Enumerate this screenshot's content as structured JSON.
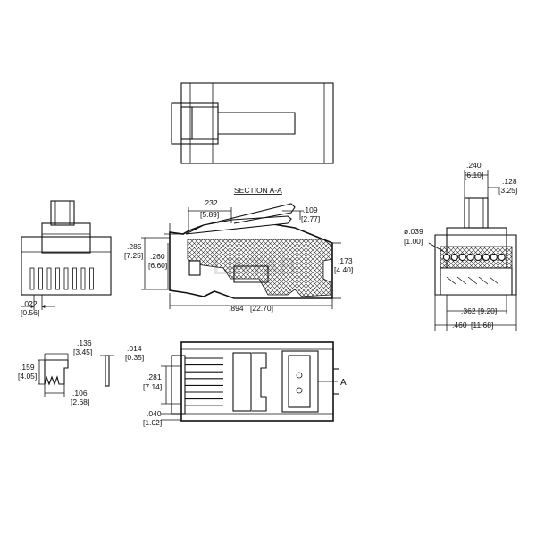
{
  "section_title": "SECTION A-A",
  "cut_marker": "A",
  "watermark": "LINTAB",
  "dims": {
    "w240": ".240",
    "w240mm": "[6.10]",
    "w128": ".128",
    "w128mm": "[3.25]",
    "d039": "ø.039",
    "d039mm": "[1.00]",
    "w362": ".362",
    "w362mm": "[9.20]",
    "w460": ".460",
    "w460mm": "[11.68]",
    "s232": ".232",
    "s232mm": "[5.89]",
    "s109": ".109",
    "s109mm": "[2.77]",
    "h285": ".285",
    "h285mm": "[7.25]",
    "h260": ".260",
    "h260mm": "[6.60]",
    "h173": ".173",
    "h173mm": "[4.40]",
    "l894": ".894",
    "l894mm": "[22.70]",
    "p022": ".022",
    "p022mm": "[0.56]",
    "c136": ".136",
    "c136mm": "[3.45]",
    "c159": ".159",
    "c159mm": "[4.05]",
    "c106": ".106",
    "c106mm": "[2.68]",
    "t014": ".014",
    "t014mm": "[0.35]",
    "b281": ".281",
    "b281mm": "[7.14]",
    "b040": ".040",
    "b040mm": "[1.02]"
  }
}
